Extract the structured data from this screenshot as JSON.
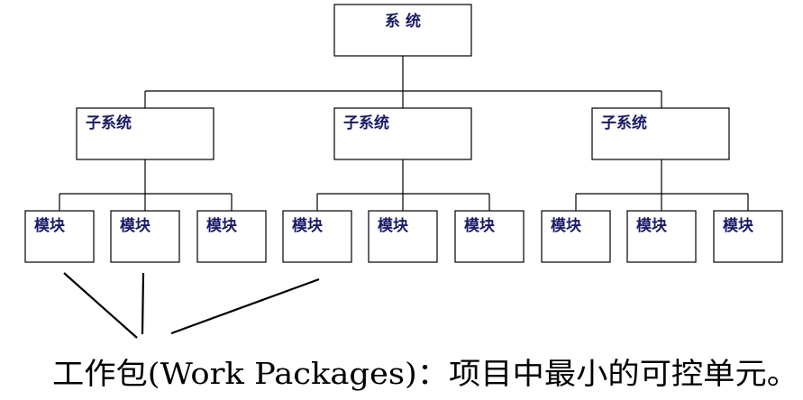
{
  "root": {
    "label": "系 统"
  },
  "subsystems": [
    {
      "label": "子系统",
      "modules": [
        "模块",
        "模块",
        "模块"
      ]
    },
    {
      "label": "子系统",
      "modules": [
        "模块",
        "模块",
        "模块"
      ]
    },
    {
      "label": "子系统",
      "modules": [
        "模块",
        "模块",
        "模块"
      ]
    }
  ],
  "caption": "工作包(Work Packages)：项目中最小的可控单元。"
}
